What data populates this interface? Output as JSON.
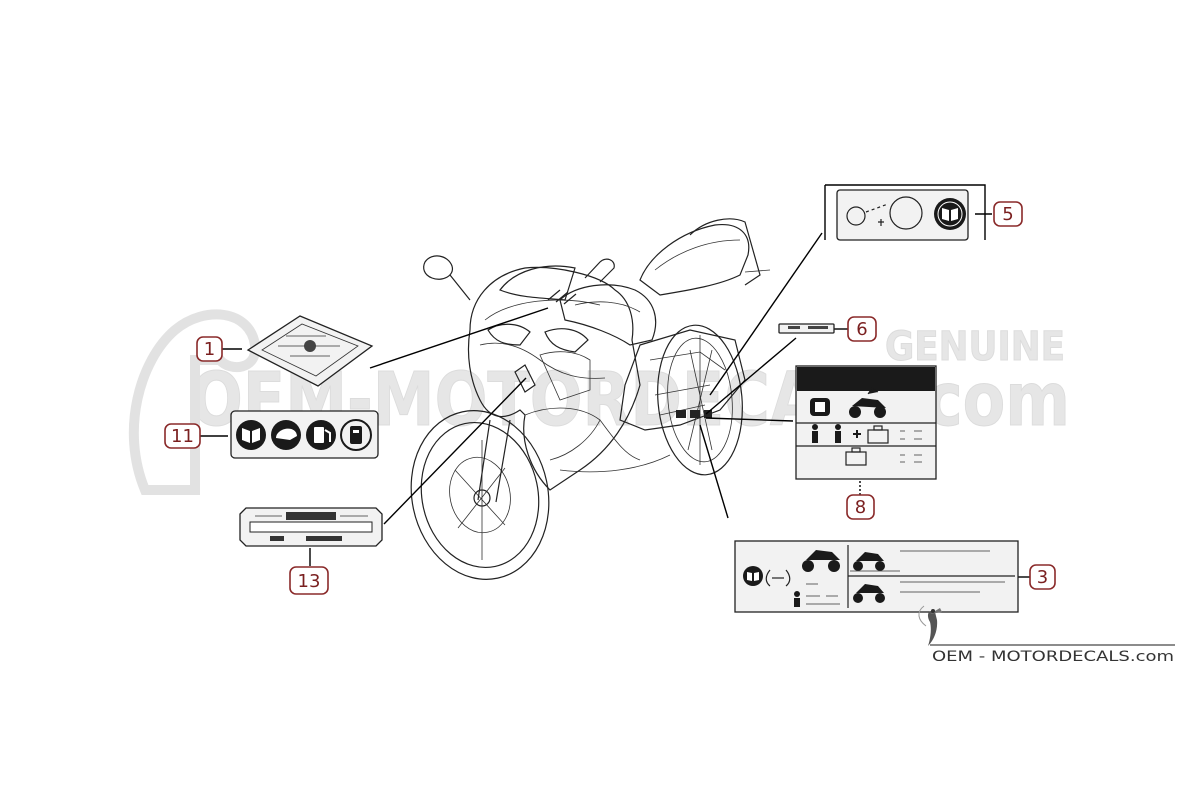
{
  "callouts": [
    {
      "label": "1"
    },
    {
      "label": "3"
    },
    {
      "label": "5"
    },
    {
      "label": "6"
    },
    {
      "label": "8"
    },
    {
      "label": "11"
    },
    {
      "label": "13"
    }
  ],
  "watermark": {
    "main": "OEM-MOTORDECALS.com",
    "side": "GENUINE"
  },
  "brand": {
    "text": "OEM - MOTORDECALS.com"
  },
  "colors": {
    "callout_border": "#8a2a2a",
    "callout_text": "#7a1f1f",
    "watermark": "#e3e3e3"
  }
}
